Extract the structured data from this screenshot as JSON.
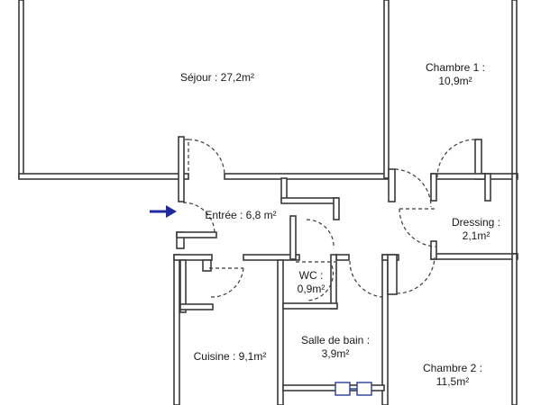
{
  "rooms": {
    "sejour": {
      "line1": "Séjour : 27,2m²"
    },
    "chambre1": {
      "line1": "Chambre 1 :",
      "line2": "10,9m²"
    },
    "entree": {
      "line1": "Entrée : 6,8 m²"
    },
    "dressing": {
      "line1": "Dressing :",
      "line2": "2,1m²"
    },
    "wc": {
      "line1": "WC :",
      "line2": "0,9m²"
    },
    "cuisine": {
      "line1": "Cuisine : 9,1m²"
    },
    "sdb": {
      "line1": "Salle de bain :",
      "line2": "3,9m²"
    },
    "chambre2": {
      "line1": "Chambre 2 :",
      "line2": "11,5m²"
    }
  },
  "colors": {
    "wall": "#3a3a3a",
    "wall_fill": "#ffffff",
    "arrow": "#1f2a9e",
    "fixture": "#2a3a9a"
  },
  "icons": {
    "entrance": "entrance-arrow-icon",
    "fixture": "shower-fixture-icon"
  }
}
